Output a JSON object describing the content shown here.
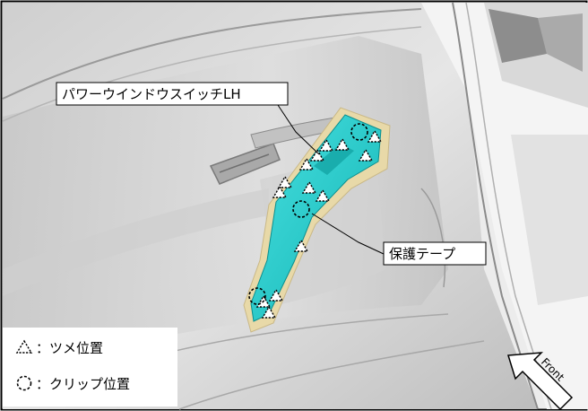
{
  "callouts": {
    "switch_label": "パワーウインドウスイッチLH",
    "tape_label": "保護テープ"
  },
  "legend": {
    "claw_text": "：ツメ位置",
    "clip_text": "：クリップ位置"
  },
  "direction": {
    "front_text": "Front"
  },
  "colors": {
    "tape": "#e8d9a8",
    "switch_body": "#1fc9c9",
    "door_trim": "#d7d7d7",
    "background": "#ffffff"
  }
}
